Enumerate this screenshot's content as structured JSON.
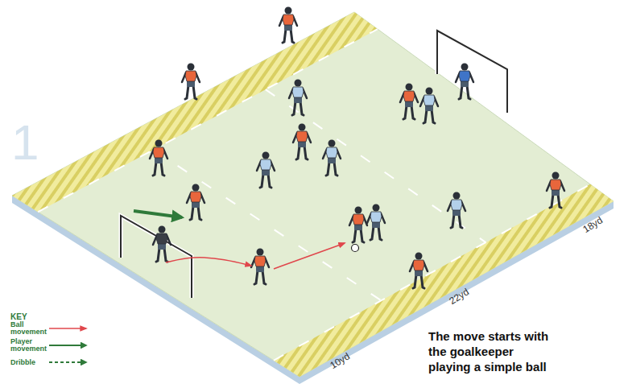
{
  "diagram": {
    "caption": "The move starts with the goalkeeper playing a simple ball",
    "labels": [
      "1",
      "KEY",
      "18yd",
      "22yd",
      "10yd"
    ],
    "legend": [
      {
        "text": "Ball movement"
      },
      {
        "text": "Player movement"
      },
      {
        "text": "Dribble"
      }
    ]
  }
}
